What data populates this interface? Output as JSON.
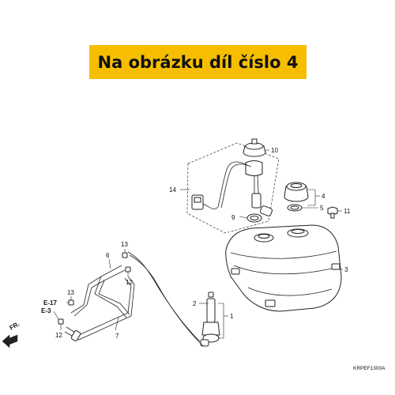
{
  "banner": {
    "text": "Na obrázku díl číslo 4",
    "color": "#f7be00"
  },
  "callouts": {
    "p1": "1",
    "p2": "2",
    "p3": "3",
    "p4": "4",
    "p5": "5",
    "p6": "6",
    "p7": "7",
    "p9": "9",
    "p10": "10",
    "p11": "11",
    "p12a": "12",
    "p12b": "12",
    "p13a": "13",
    "p13b": "13",
    "p14": "14"
  },
  "references": {
    "e17": "E-17",
    "e3": "E-3"
  },
  "direction": {
    "front": "FR."
  },
  "diagram_code": "KRPEF1300A"
}
